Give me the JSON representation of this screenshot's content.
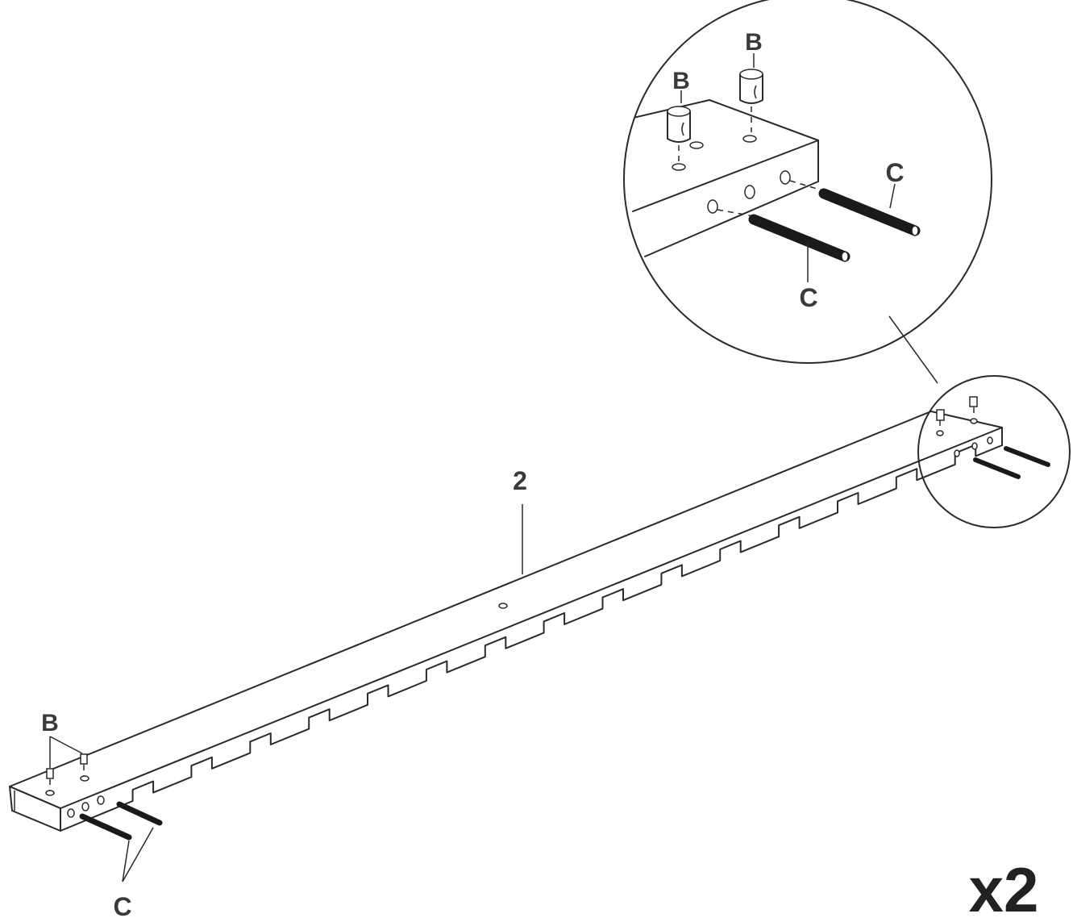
{
  "labels": {
    "part_number": "2",
    "dowel_left": "B",
    "dowel_detail_1": "B",
    "dowel_detail_2": "B",
    "bolt_left": "C",
    "bolt_detail_1": "C",
    "bolt_detail_2": "C",
    "quantity": "x2"
  },
  "colors": {
    "line": "#2a2a2a",
    "label": "#3a3a3a",
    "background": "#ffffff"
  }
}
